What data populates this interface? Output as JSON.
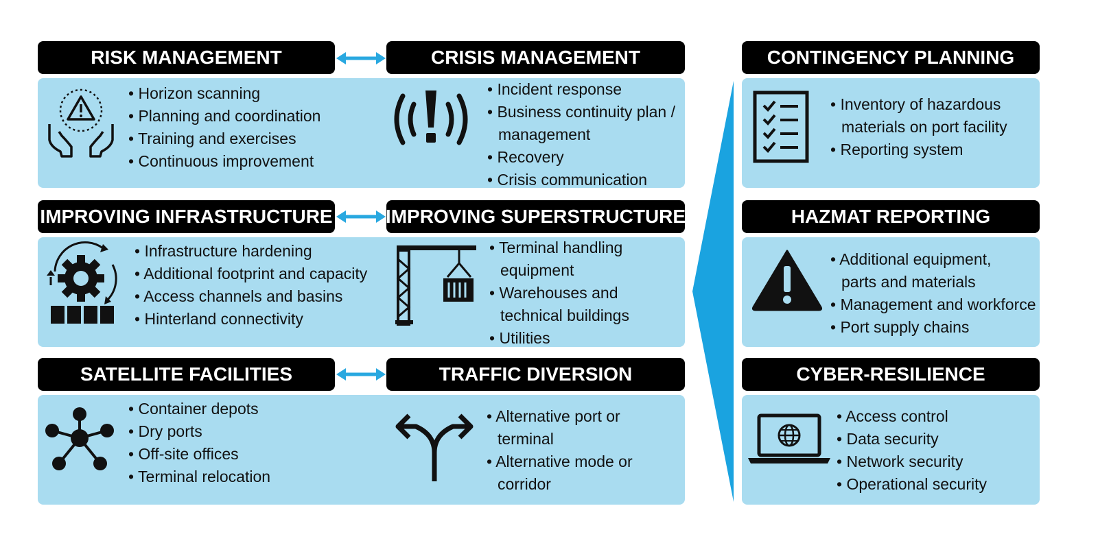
{
  "colors": {
    "panel": "#a9dcf0",
    "header": "#000000",
    "arrow": "#29a8e0",
    "wedge": "#1aa3e0"
  },
  "blocks": {
    "risk": {
      "title": "RISK MANAGEMENT",
      "icon": "hands-warning-icon",
      "items": [
        "Horizon scanning",
        "Planning and coordination",
        "Training and exercises",
        "Continuous improvement"
      ]
    },
    "crisis": {
      "title": "CRISIS MANAGEMENT",
      "icon": "alert-signal-icon",
      "items": [
        "Incident response",
        "Business continuity plan /",
        "management",
        "Recovery",
        "Crisis communication"
      ]
    },
    "infra": {
      "title": "IMPROVING INFRASTRUCTURE",
      "icon": "gear-cycle-icon",
      "items": [
        "Infrastructure hardening",
        "Additional footprint and capacity",
        "Access channels and basins",
        "Hinterland connectivity"
      ]
    },
    "super": {
      "title": "IMPROVING SUPERSTRUCTURE",
      "icon": "crane-container-icon",
      "items": [
        "Terminal handling",
        "equipment",
        "Warehouses and",
        "technical buildings",
        "Utilities"
      ]
    },
    "satellite": {
      "title": "SATELLITE FACILITIES",
      "icon": "network-hub-icon",
      "items": [
        "Container depots",
        "Dry ports",
        "Off-site offices",
        "Terminal relocation"
      ]
    },
    "traffic": {
      "title": "TRAFFIC DIVERSION",
      "icon": "split-arrow-icon",
      "items": [
        "Alternative port or",
        "terminal",
        "Alternative mode or",
        "corridor"
      ]
    },
    "contingency": {
      "title": "CONTINGENCY PLANNING",
      "icon": "checklist-icon",
      "items": [
        "Inventory of hazardous",
        "materials on port facility",
        "Reporting system"
      ]
    },
    "hazmat": {
      "title": "HAZMAT REPORTING",
      "icon": "warning-triangle-icon",
      "items": [
        "Additional equipment,",
        "parts and materials",
        "Management and workforce",
        "Port supply chains"
      ]
    },
    "cyber": {
      "title": "CYBER-RESILIENCE",
      "icon": "laptop-globe-icon",
      "items": [
        "Access control",
        "Data security",
        "Network security",
        "Operational security"
      ]
    }
  }
}
